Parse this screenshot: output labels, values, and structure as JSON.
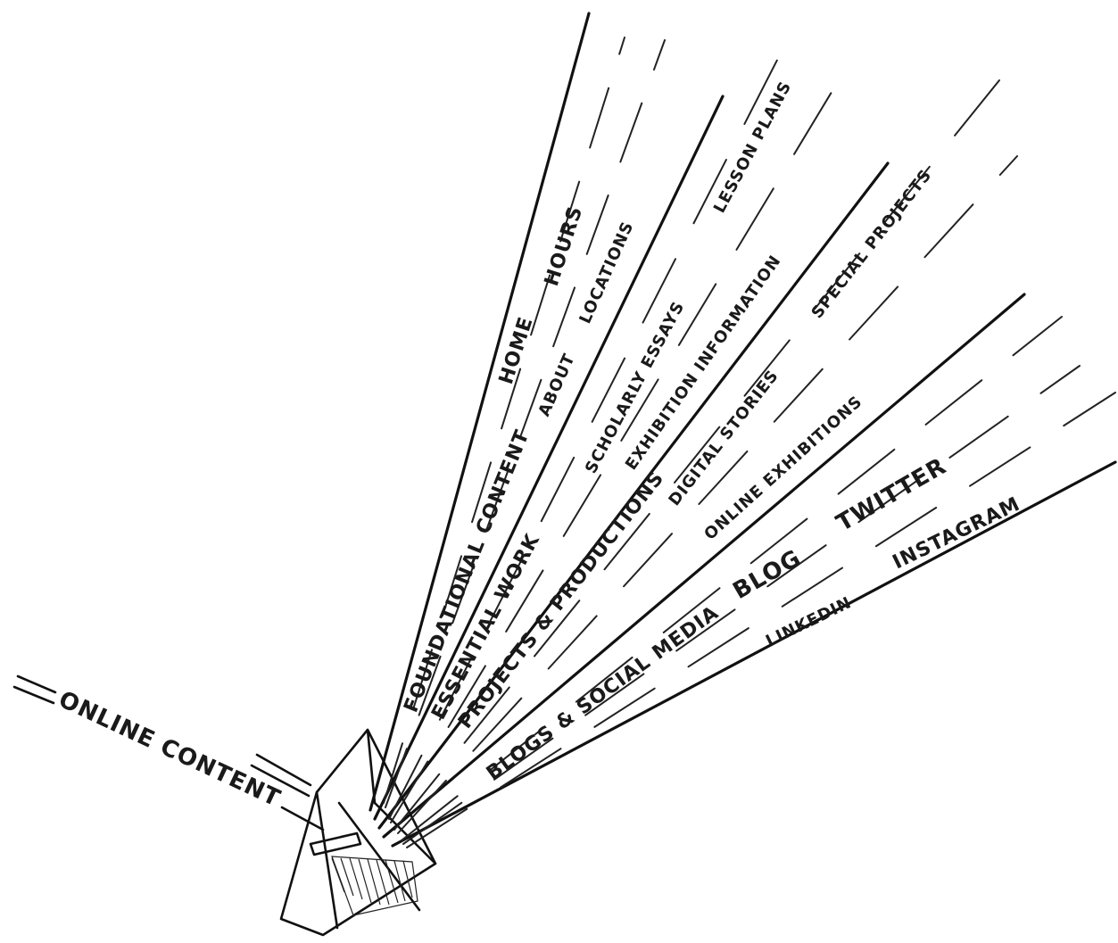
{
  "input_label": "ONLINE CONTENT",
  "categories": [
    {
      "title": "FOUNDATIONAL CONTENT",
      "items": [
        "HOME",
        "HOURS",
        "ABOUT",
        "LOCATIONS"
      ]
    },
    {
      "title": "ESSENTIAL WORK",
      "items": [
        "SCHOLARLY ESSAYS",
        "LESSON PLANS",
        "EXHIBITION INFORMATION"
      ]
    },
    {
      "title": "PROJECTS & PRODUCTIONS",
      "items": [
        "DIGITAL STORIES",
        "SPECIAL PROJECTS",
        "ONLINE EXHIBITIONS"
      ]
    },
    {
      "title": "BLOGS & SOCIAL MEDIA",
      "items": [
        "BLOG",
        "TWITTER",
        "LINKEDIN",
        "INSTAGRAM"
      ]
    }
  ],
  "colors": {
    "ink": "#111111",
    "paper": "#ffffff"
  }
}
